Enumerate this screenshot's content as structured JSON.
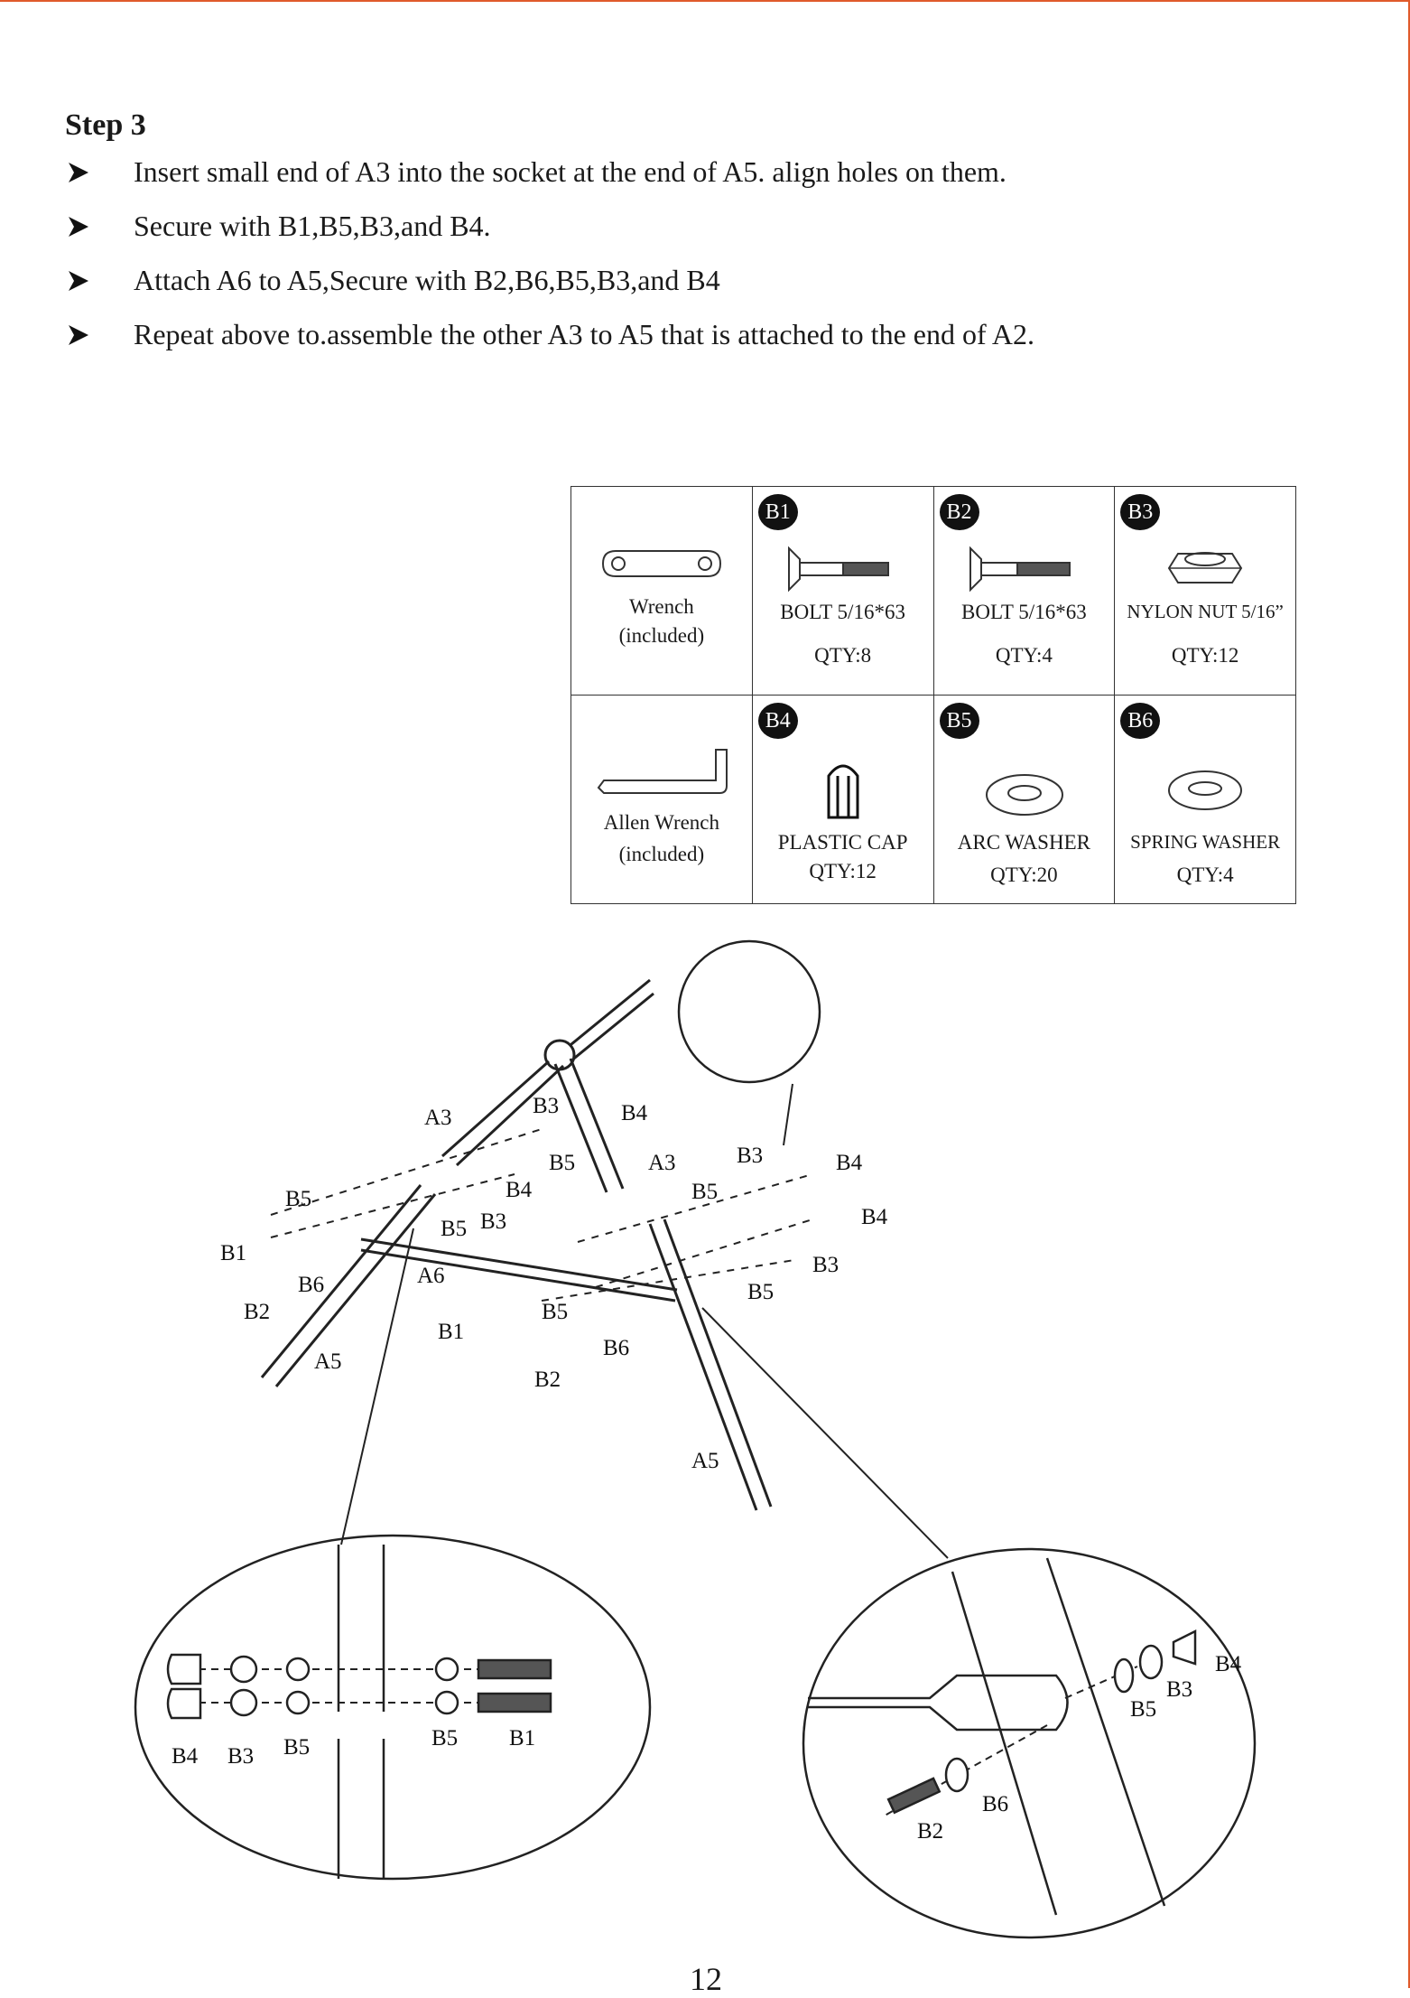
{
  "step": {
    "title": "Step 3"
  },
  "instructions": [
    "Insert small end of A3 into the socket at the end of A5. align holes on them.",
    "Secure with B1,B5,B3,and B4.",
    "Attach A6 to A5,Secure with B2,B6,B5,B3,and B4",
    "Repeat above to.assemble the other A3 to A5 that is attached to the end of A2."
  ],
  "parts_table": {
    "rows": [
      [
        {
          "badge": "",
          "name": "Wrench",
          "qty": "(included)",
          "icon": "wrench-icon"
        },
        {
          "badge": "B1",
          "name": "BOLT 5/16*63",
          "qty": "QTY:8",
          "icon": "bolt-icon"
        },
        {
          "badge": "B2",
          "name": "BOLT 5/16*63",
          "qty": "QTY:4",
          "icon": "bolt-icon"
        },
        {
          "badge": "B3",
          "name": "NYLON NUT 5/16”",
          "qty": "QTY:12",
          "icon": "nut-icon"
        }
      ],
      [
        {
          "badge": "",
          "name": "Allen Wrench",
          "qty": "(included)",
          "icon": "allen-wrench-icon"
        },
        {
          "badge": "B4",
          "name": "PLASTIC CAP",
          "qty": "QTY:12",
          "icon": "cap-icon"
        },
        {
          "badge": "B5",
          "name": "ARC WASHER",
          "qty": "QTY:20",
          "icon": "washer-icon"
        },
        {
          "badge": "B6",
          "name": "SPRING WASHER",
          "qty": "QTY:4",
          "icon": "washer-icon"
        }
      ]
    ]
  },
  "diagram_labels": {
    "a3": "A3",
    "a5": "A5",
    "a6": "A6",
    "b1": "B1",
    "b2": "B2",
    "b3": "B3",
    "b4": "B4",
    "b5": "B5",
    "b6": "B6"
  },
  "page_number": "12"
}
